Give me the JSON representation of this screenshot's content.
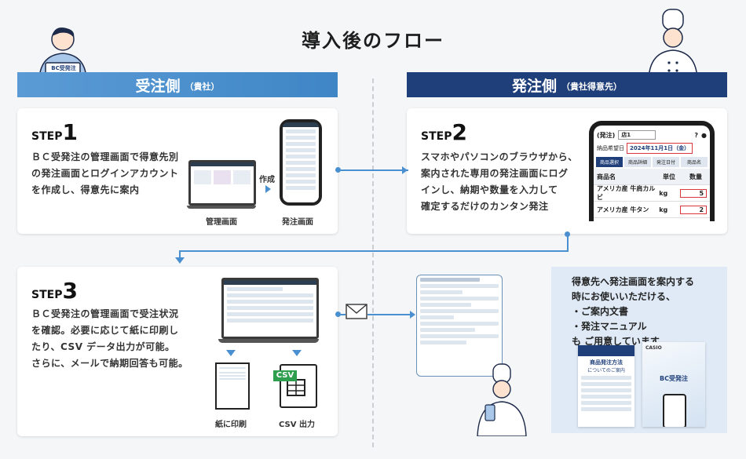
{
  "title": "導入後のフロー",
  "left_banner": {
    "main": "受注側",
    "sub": "（貴社）"
  },
  "right_banner": {
    "main": "発注側",
    "sub": "（貴社得意先）"
  },
  "avatar_badge": "BC受発注",
  "step1": {
    "prefix": "STEP",
    "num": "1",
    "lines": [
      "ＢＣ受発注の管理画面で得意先別",
      "の発注画面とログインアカウント",
      "を作成し、得意先に案内"
    ],
    "create_label": "作成",
    "admin_label": "管理画面",
    "order_label": "発注画面"
  },
  "step2": {
    "prefix": "STEP",
    "num": "2",
    "lines": [
      "スマホやパソコンのブラウザから、",
      "案内された専用の発注画面にログ",
      "インし、納期や数量を入力して",
      "確定するだけのカンタン発注"
    ],
    "phone": {
      "header": "(発注)",
      "store_select": "店1",
      "delivery_label": "納品希望日",
      "delivery_date": "2024年11月1日（金）",
      "tabs": [
        "商品選択",
        "商品詳細",
        "発注日付",
        "商品名"
      ],
      "columns": [
        "商品名",
        "単位",
        "数量"
      ],
      "rows": [
        {
          "name": "アメリカ産 牛肩カルビ",
          "unit": "kg",
          "qty": "5"
        },
        {
          "name": "アメリカ産 牛タン",
          "unit": "kg",
          "qty": "2"
        }
      ]
    }
  },
  "step3": {
    "prefix": "STEP",
    "num": "3",
    "lines": [
      "ＢＣ受発注の管理画面で受注状況",
      "を確認。必要に応じて紙に印刷し",
      "たり、CSV データ出力が可能。",
      "さらに、メールで納期回答も可能。"
    ],
    "print_label": "紙に印刷",
    "csv_label": "CSV 出力",
    "csv_badge": "CSV"
  },
  "info": {
    "lines": [
      "得意先へ発注画面を案内する",
      "時にお使いいただける、",
      "・ご案内文書",
      "・発注マニュアル",
      "も ご用意しています。"
    ],
    "doc_title_1": "商品発注方法",
    "doc_title_2": "についてのご案内",
    "manual_brand": "CASIO",
    "manual_title": "BC受発注"
  },
  "colors": {
    "left_banner": "#3f86c6",
    "right_banner": "#1f3f7a",
    "accent": "#4a90d0",
    "info_bg": "#dfeaf6"
  }
}
